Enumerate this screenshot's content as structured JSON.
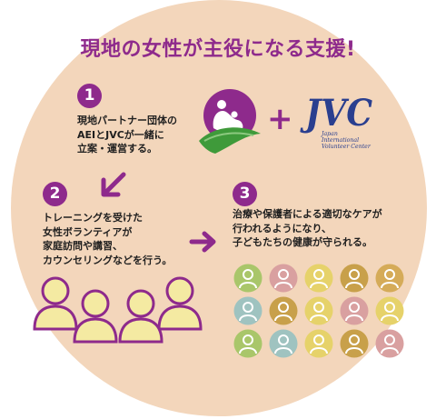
{
  "title": "現地の女性が主役になる支援!",
  "steps": [
    {
      "number": "1",
      "lines": [
        "現地パートナー団体の",
        "AEIとJVCが一緒に",
        "立案・運営する。"
      ]
    },
    {
      "number": "2",
      "lines": [
        "トレーニングを受けた",
        "女性ボランティアが",
        "家庭訪問や講習、",
        "カウンセリングなどを行う。"
      ]
    },
    {
      "number": "3",
      "lines": [
        "治療や保護者による適切なケアが",
        "行われるようになり、",
        "子どもたちの健康が守られる。"
      ]
    }
  ],
  "plus_sign": "+",
  "jvc_logo": {
    "mark": "JVC",
    "caption": [
      "Japan",
      "International",
      "Volunteer Center"
    ]
  },
  "colors": {
    "background_circle": "#f3d6bb",
    "accent_purple": "#8e2a8c",
    "leaf_green": "#3f9a3a",
    "person_cream": "#f4eaa2",
    "jvc_blue": "#2a3f8f"
  },
  "icons": {
    "logo": "mother-child-leaf-logo",
    "arrow_down_left": "arrow-down-left-icon",
    "arrow_right": "arrow-right-icon",
    "volunteers": "person-icon",
    "children": "person-badge-icon"
  },
  "children_grid": {
    "rows": [
      [
        "#a9c66a",
        "#d9a0a0",
        "#e6d26a",
        "#c8a04a",
        "#d5ab58"
      ],
      [
        "#9fc3c0",
        "#c8a04a",
        "#e6d26a",
        "#d9a0a0",
        "#e6d26a"
      ],
      [
        "#a9c66a",
        "#9fc3c0",
        "#e6d26a",
        "#c8a04a",
        "#d9a0a0"
      ]
    ]
  }
}
